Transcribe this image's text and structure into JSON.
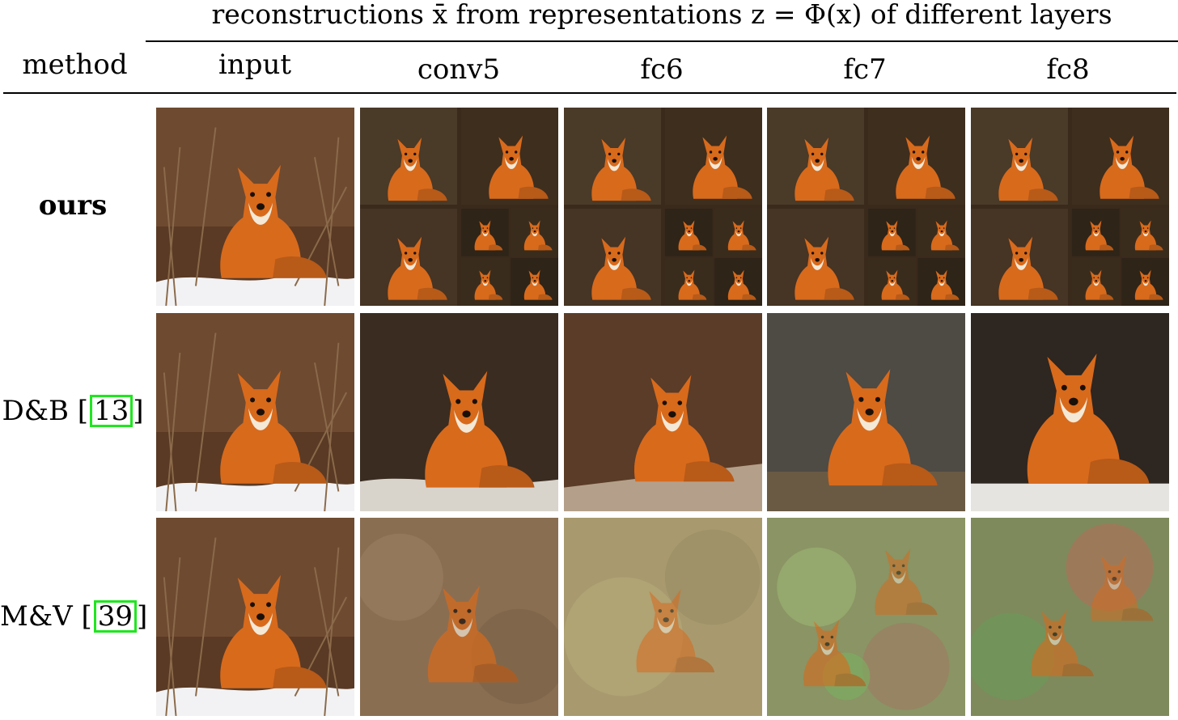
{
  "header": {
    "title": "reconstructions x̄ from representations z = Φ(x) of different layers",
    "method_label": "method",
    "columns": [
      "input",
      "conv5",
      "fc6",
      "fc7",
      "fc8"
    ]
  },
  "rows": [
    {
      "label": "ours",
      "bold": true
    },
    {
      "label_prefix": "D&B",
      "cite": "13",
      "bold": false
    },
    {
      "label_prefix": "M&V",
      "cite": "39",
      "bold": false
    }
  ],
  "colors": {
    "fox_orange": "#d86a1c",
    "citation_box": "#1fe61f"
  }
}
